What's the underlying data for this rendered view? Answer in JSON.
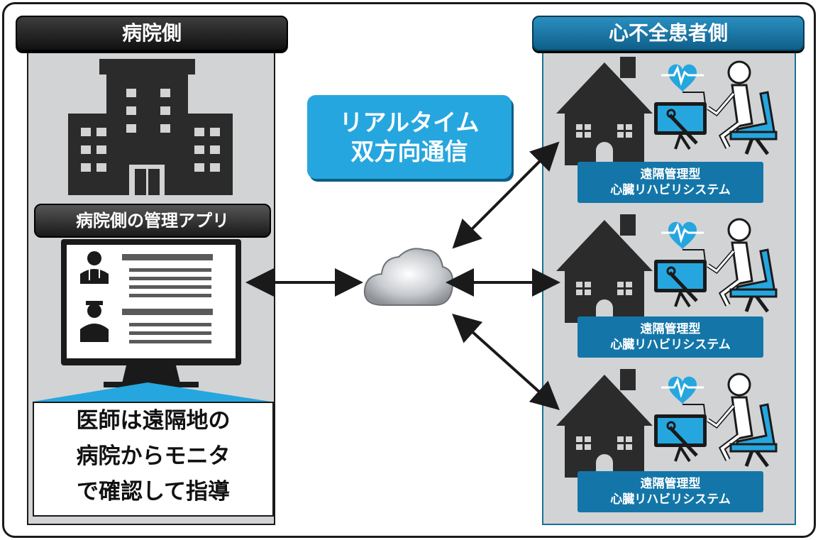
{
  "hospital": {
    "header": "病院側",
    "app_label": "病院側の管理アプリ",
    "note_lines": [
      "医師は遠隔地の",
      "病院からモニタ",
      "で確認して指導"
    ]
  },
  "patients": {
    "header": "心不全患者側",
    "system_label_line1": "遠隔管理型",
    "system_label_line2": "心臓リハビリシステム"
  },
  "communication": {
    "line1": "リアルタイム",
    "line2": "双方向通信"
  },
  "colors": {
    "accent_blue": "#26a6df",
    "dark_blue": "#1476a8",
    "panel_gray": "#d2d3d5",
    "icon_dark": "#2b2b2b"
  }
}
